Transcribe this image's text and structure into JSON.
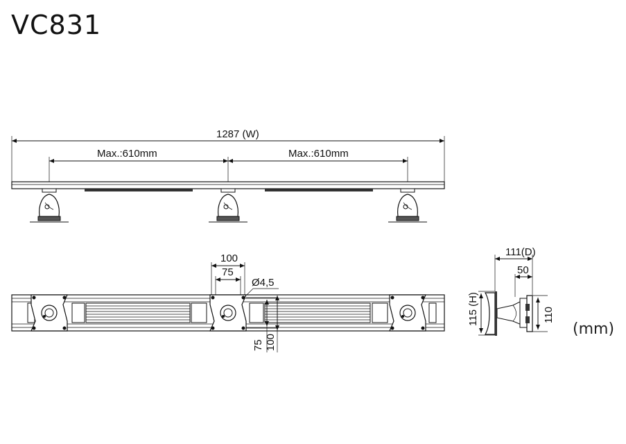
{
  "title": "VC831",
  "units": "(mm)",
  "front_view": {
    "width_label": "1287 (W)",
    "max_left_label": "Max.:610mm",
    "max_right_label": "Max.:610mm"
  },
  "top_view": {
    "vesa_100_label": "100",
    "vesa_75_label": "75",
    "hole_label": "Ø4,5",
    "v75_label": "75",
    "v100_label": "100"
  },
  "side_view": {
    "depth_label": "111(D)",
    "offset_label": "50",
    "height_label": "115 (H)",
    "plate_label": "110"
  }
}
